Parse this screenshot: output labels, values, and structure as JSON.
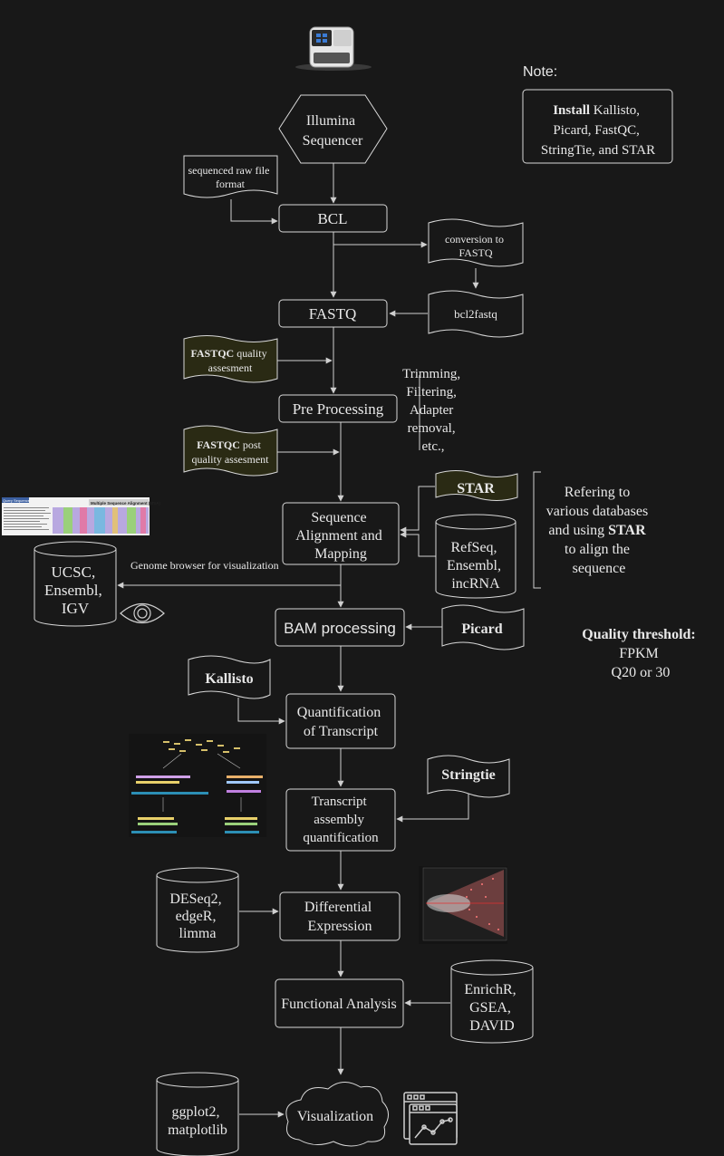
{
  "note": {
    "heading": "Note:",
    "lines": [
      {
        "bold": "Install",
        "rest": " Kallisto,"
      },
      {
        "bold": "",
        "rest": "Picard, FastQC,"
      },
      {
        "bold": "",
        "rest": "StringTie, and STAR"
      }
    ]
  },
  "nodes": {
    "sequencer": [
      "Illumina",
      "Sequencer"
    ],
    "raw_format": [
      "sequenced raw file",
      "format"
    ],
    "bcl": "BCL",
    "conversion": [
      "conversion to",
      "FASTQ"
    ],
    "fastq": "FASTQ",
    "bcl2fastq": "bcl2fastq",
    "fastqc_qa": {
      "bold": "FASTQC",
      "rest": " quality",
      "line2": "assesment"
    },
    "preprocessing": "Pre Processing",
    "trimming": [
      "Trimming,",
      "Filtering,",
      "Adapter",
      "removal,",
      "etc.,"
    ],
    "fastqc_post": {
      "bold": "FASTQC",
      "rest": " post",
      "line2": "quality assesment"
    },
    "alignment": [
      "Sequence",
      "Alignment and",
      "Mapping"
    ],
    "star": "STAR",
    "refseq": [
      "RefSeq,",
      "Ensembl,",
      "incRNA"
    ],
    "refering": {
      "lines": [
        "Refering to",
        "various databases",
        "and using "
      ],
      "bold": "STAR",
      "lines2": [
        "to align the",
        "sequence"
      ]
    },
    "ucsc": [
      "UCSC,",
      "Ensembl,",
      "IGV"
    ],
    "genome_browser": "Genome browser for visualization",
    "bam": "BAM processing",
    "picard": "Picard",
    "quality": {
      "bold": "Quality threshold:",
      "lines": [
        "FPKM",
        "Q20 or 30"
      ]
    },
    "kallisto": "Kallisto",
    "quantification": [
      "Quantification",
      "of Transcript"
    ],
    "stringtie": "Stringtie",
    "assembly": [
      "Transcript",
      "assembly",
      "quantification"
    ],
    "deseq": [
      "DESeq2,",
      "edgeR,",
      "limma"
    ],
    "differential": [
      "Differential",
      "Expression"
    ],
    "enrichr": [
      "EnrichR,",
      "GSEA,",
      "DAVID"
    ],
    "functional": "Functional Analysis",
    "ggplot": [
      "ggplot2,",
      "matplotlib"
    ],
    "visualization": "Visualization"
  },
  "thumbnails": {
    "msa_title": "Multiple Sequence Alignment (MSA)",
    "msa_tab": "Query Sequence"
  },
  "colors": {
    "background": "#181818",
    "line": "#cfcfcf",
    "olive": "#2a2a14",
    "ma_points": "#ff7a7a",
    "ma_line": "#e03030"
  }
}
